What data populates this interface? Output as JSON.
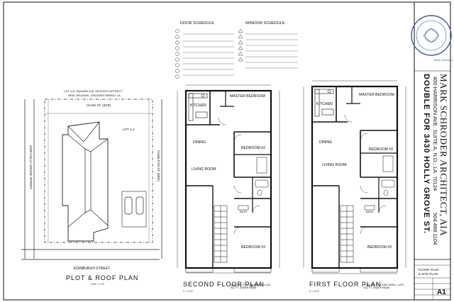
{
  "site_plan": {
    "lot_desc_1": "LOT 1-A, SQUARE 526, SEVENTH DISTRICT",
    "lot_desc_2": "NEW ORLEANS, ORLEANS PARISH, LA.",
    "olive_street": "OLIVE ST. (50'E)",
    "holly_grove": "3430 HOLLY GROVE STREET",
    "hamilton": "HAMILTON ST. (50'E)",
    "lot_label": "LOT 1-A",
    "edinburgh": "EDINBURGH STREET",
    "title": "PLOT & ROOF PLAN",
    "scale": "1/16\" = 1'-0\""
  },
  "schedules": {
    "door_title": "DOOR SCHEDULE",
    "window_title": "WINDOW SCHEDULE"
  },
  "floor2": {
    "title": "SECOND FLOOR PLAN",
    "areas": "1,416 SQ. FT. LIVING AREA / 1,416 SQ. FT. UNDER BEAM",
    "scale": "1\" = 4'-0\"",
    "rooms": {
      "kitchen": "KITCHEN",
      "master": "MASTER BEDROOM",
      "dining": "DINING",
      "bedroom2": "BEDROOM #2",
      "living": "LIVING ROOM",
      "bath": "BATH",
      "bedroom3": "BEDROOM #3"
    }
  },
  "floor1": {
    "title": "FIRST FLOOR PLAN",
    "areas": "1,416 SQ. FT. LIVING AREA / 1,676 SQ. FT. UNDER BEAM",
    "scale": "1\" = 4'-0\"",
    "rooms": {
      "kitchen": "KITCHEN",
      "master": "MASTER BEDROOM",
      "dining": "DINING",
      "bedroom2": "BEDROOM #2",
      "living": "LIVING ROOM",
      "bath": "BATH",
      "bedroom3": "BEDROOM #3"
    }
  },
  "title_block": {
    "firm": "MARK SCHRODER ARCHITECT, AIA",
    "address": "400 HARRISON AVE. SUITE A, N.O., LA. 70124",
    "phone": "504.488.1104",
    "project": "DOUBLE FOR 3430 HOLLY GROVE ST.",
    "sheet_title_1": "FLOOR PLAN",
    "sheet_title_2": "& SITE PLAN",
    "sheet_no": "A1",
    "seal": "Mark Schroder"
  }
}
